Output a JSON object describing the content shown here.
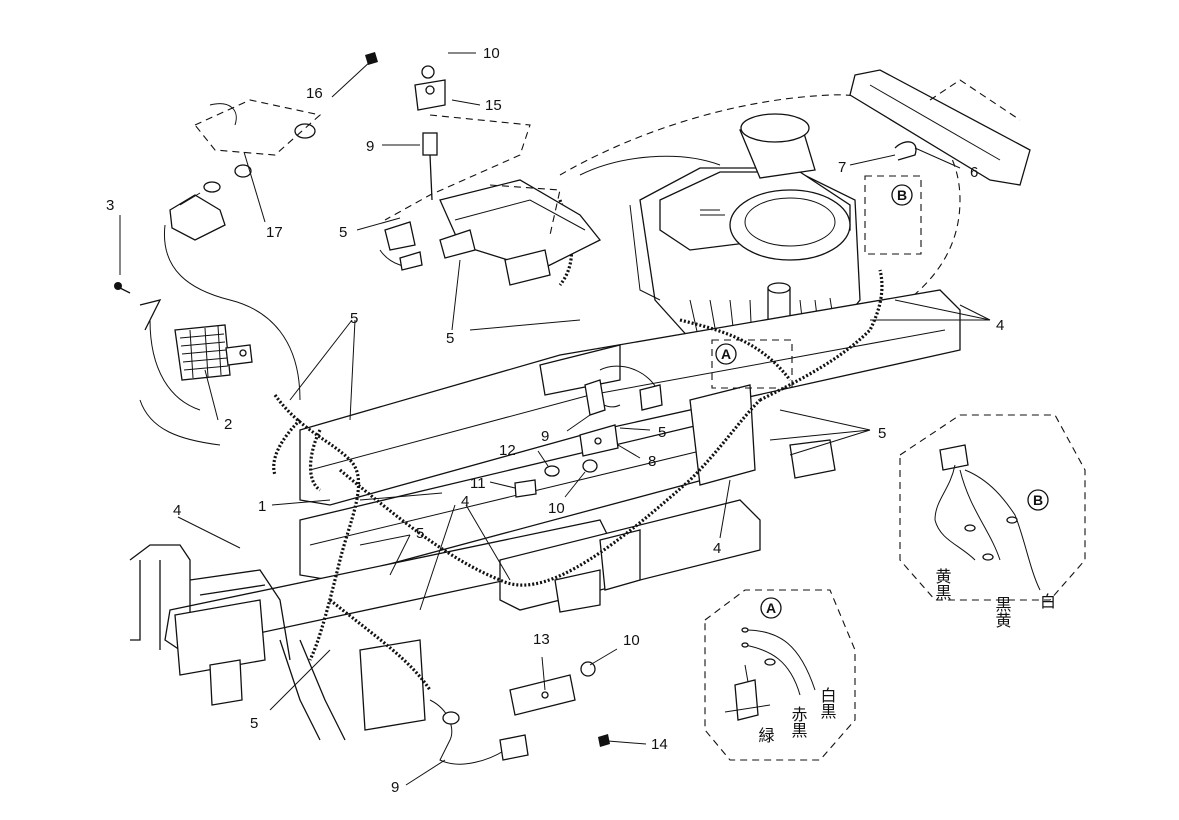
{
  "diagram": {
    "part_numbers": [
      "1",
      "2",
      "3",
      "4",
      "5",
      "6",
      "7",
      "8",
      "9",
      "10",
      "11",
      "12",
      "13",
      "14",
      "15",
      "16",
      "17"
    ],
    "callouts": {
      "a": "A",
      "b": "B"
    },
    "wire_colors_a": [
      "緑",
      "赤黒",
      "白黒"
    ],
    "wire_colors_b": [
      "黄黒",
      "黒黄",
      "白"
    ]
  }
}
